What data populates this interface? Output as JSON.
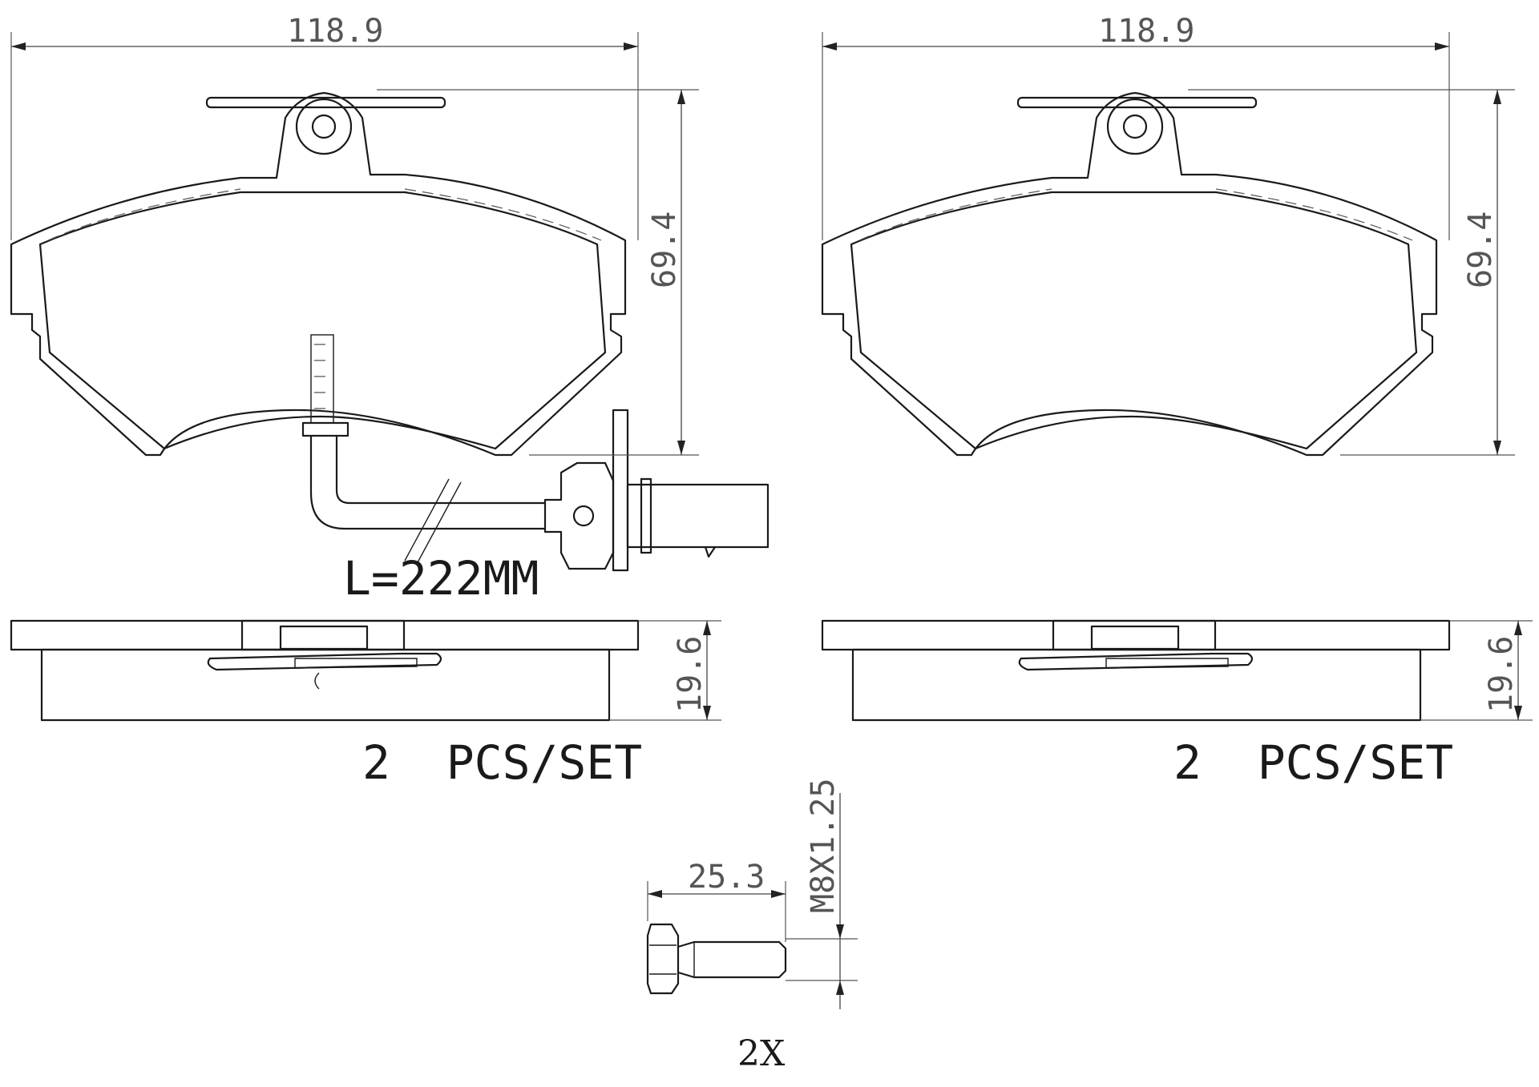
{
  "dimensions": {
    "left_width": "118.9",
    "right_width": "118.9",
    "left_height": "69.4",
    "right_height": "69.4",
    "left_thickness": "19.6",
    "right_thickness": "19.6",
    "bolt_length": "25.3",
    "bolt_thread": "M8X1.25"
  },
  "labels": {
    "sensor_length": "L=222MM",
    "left_qty": "2  PCS/SET",
    "right_qty": "2  PCS/SET",
    "bolt_qty": "2X"
  },
  "colors": {
    "line": "#1a1a1a",
    "dimension": "#555555",
    "background": "#ffffff"
  }
}
